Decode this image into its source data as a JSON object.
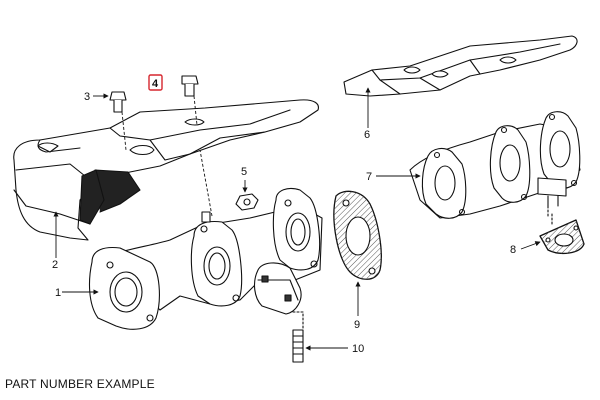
{
  "caption": "PART NUMBER EXAMPLE",
  "highlight_color": "#d6262e",
  "callouts": [
    "1",
    "2",
    "3",
    "4",
    "5",
    "6",
    "7",
    "8",
    "9",
    "10"
  ],
  "highlighted_callout": "4"
}
